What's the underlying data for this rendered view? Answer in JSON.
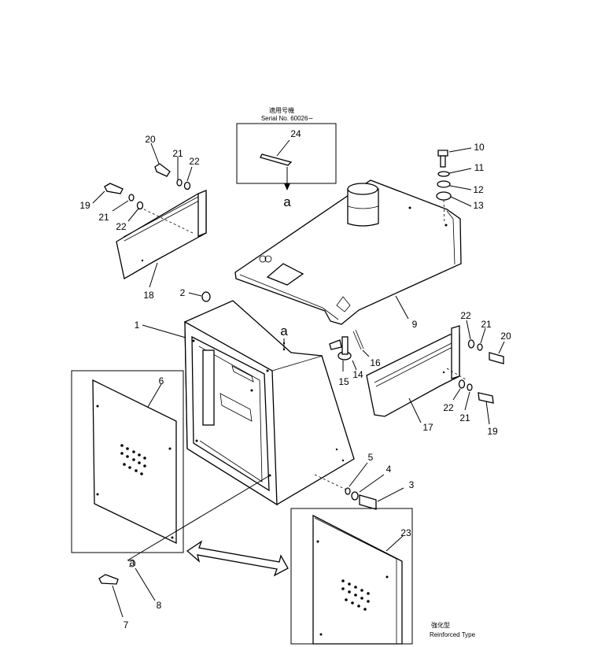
{
  "callouts": [
    "1",
    "2",
    "3",
    "4",
    "5",
    "6",
    "7",
    "8",
    "9",
    "10",
    "11",
    "12",
    "13",
    "14",
    "15",
    "16",
    "17",
    "18",
    "19",
    "20",
    "21",
    "22",
    "23",
    "24"
  ],
  "extra_callouts": {
    "c19b": "19",
    "c20b": "20",
    "c21b": "21",
    "c21c": "21",
    "c22b": "22",
    "c22c": "22"
  },
  "ref_mark": {
    "a_top": "a",
    "a_box": "a",
    "a_small": "a"
  },
  "serial_box": {
    "title_cjk": "適用号機",
    "serial": "Serial No. 60026∼"
  },
  "reinforced_box": {
    "title_cjk": "強化型",
    "label": "Reinforced Type"
  }
}
